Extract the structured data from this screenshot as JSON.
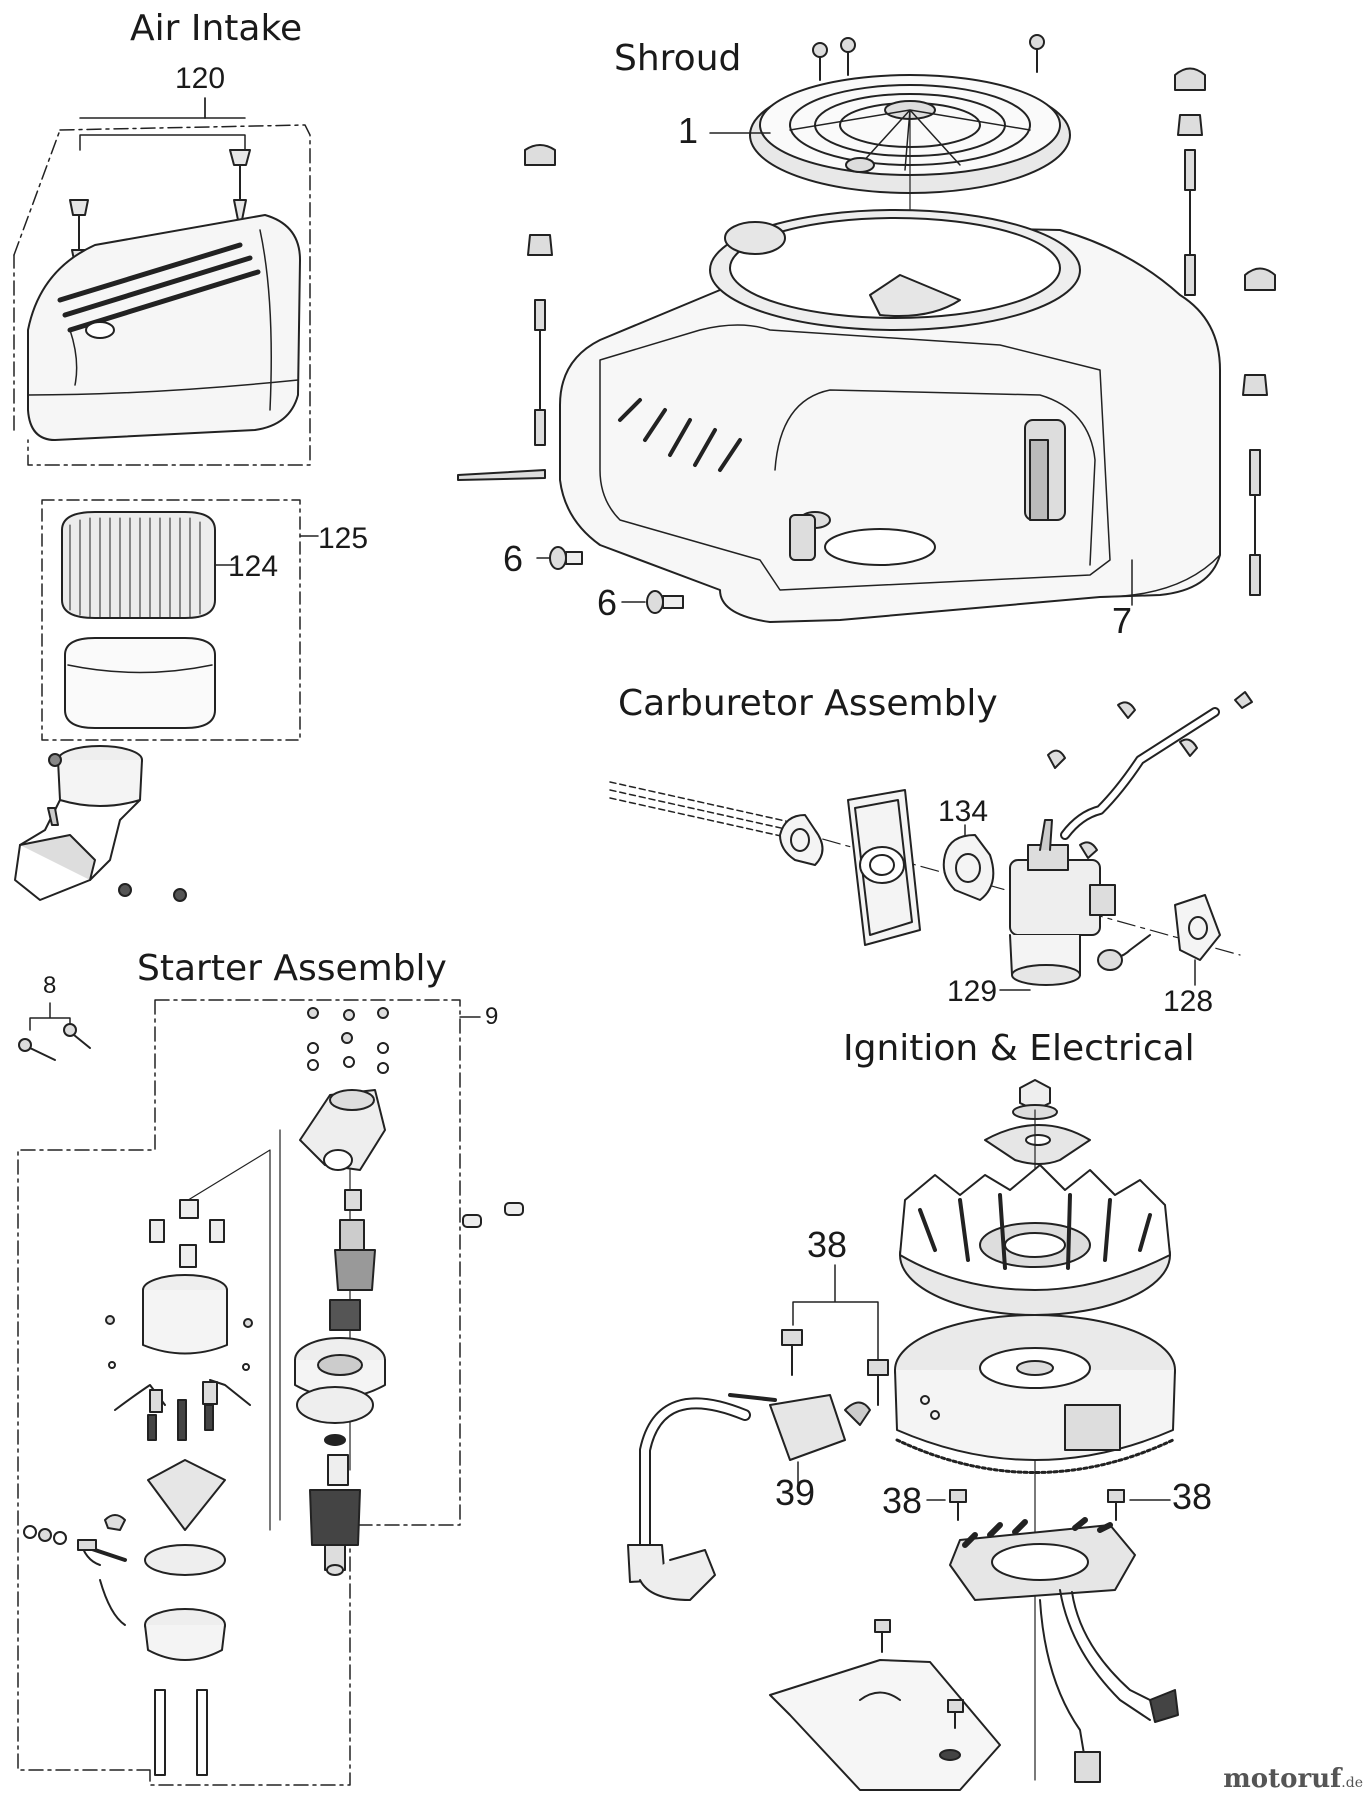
{
  "sections": {
    "air_intake": "Air Intake",
    "shroud": "Shroud",
    "carburetor": "Carburetor Assembly",
    "starter": "Starter Assembly",
    "ignition": "Ignition & Electrical"
  },
  "callouts": {
    "p120": "120",
    "p125": "125",
    "p124": "124",
    "p1": "1",
    "p6a": "6",
    "p6b": "6",
    "p7": "7",
    "p134": "134",
    "p129": "129",
    "p128": "128",
    "p8": "8",
    "p9": "9",
    "p38a": "38",
    "p38b": "38",
    "p38c": "38",
    "p39": "39"
  },
  "watermark": {
    "name": "motoruf",
    "suffix": ".de"
  },
  "colors": {
    "line": "#222222",
    "fill_light": "#f4f4f4",
    "fill_mid": "#d8d8d8",
    "fill_dark": "#555555"
  }
}
